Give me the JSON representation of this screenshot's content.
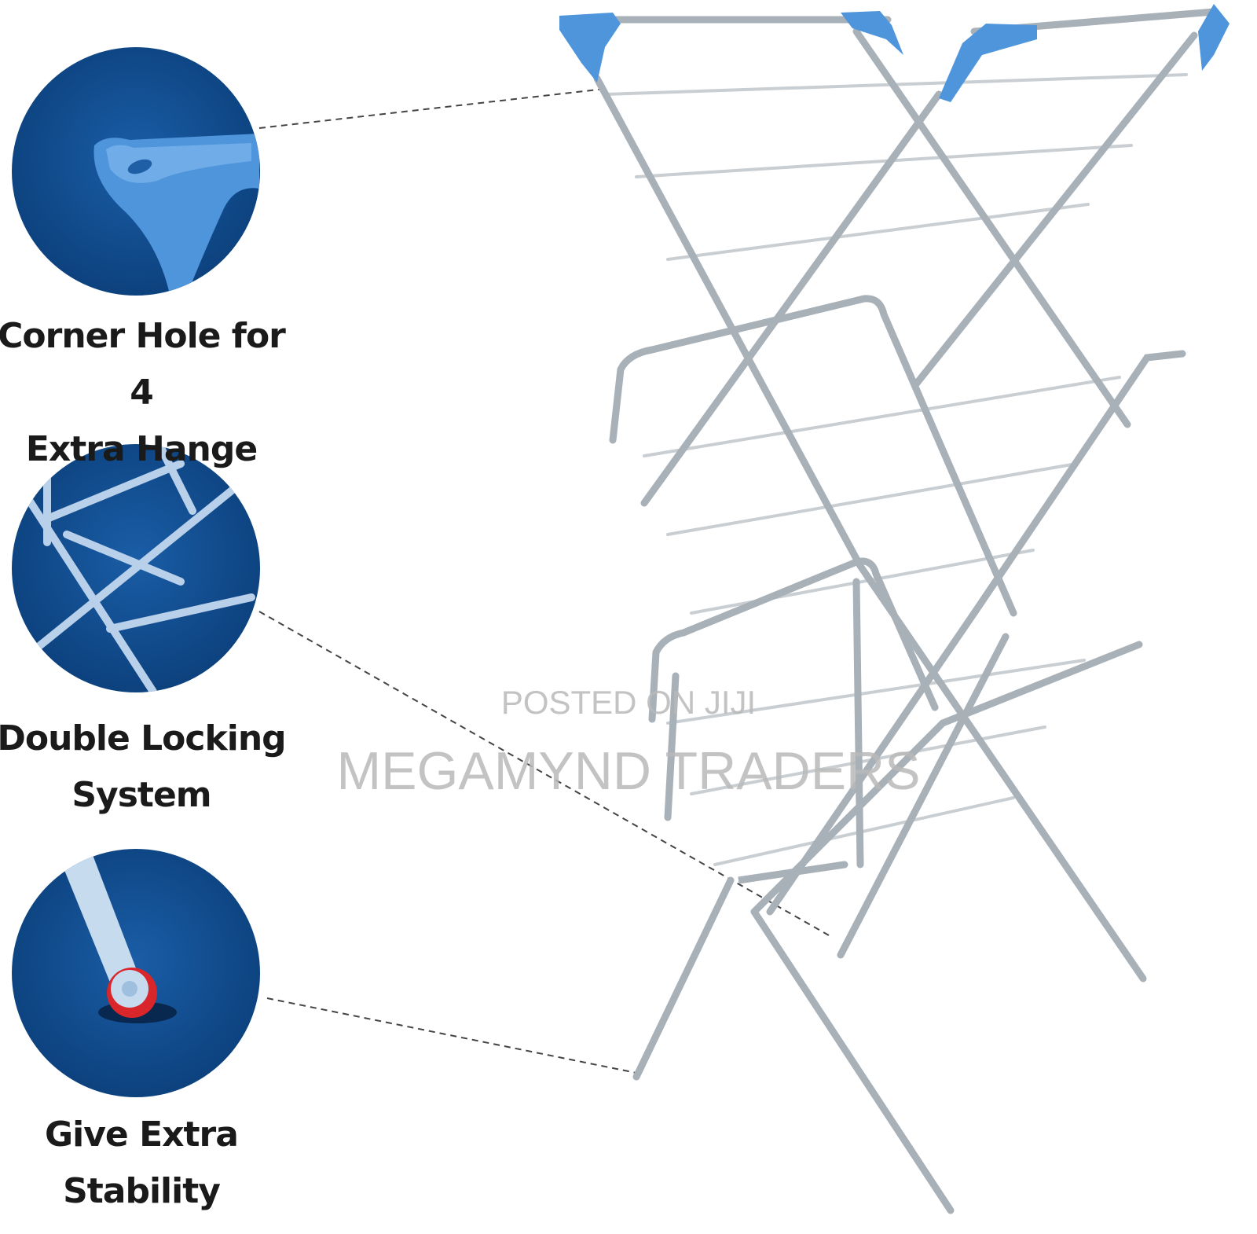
{
  "features": [
    {
      "lines": [
        "Corner Hole for 4",
        "Extra Hange"
      ]
    },
    {
      "lines": [
        "Double Locking",
        "System"
      ]
    },
    {
      "lines": [
        "Give Extra",
        "Stability"
      ]
    }
  ],
  "watermark": {
    "posted": "POSTED ON JIJI",
    "brand": "MEGAMYND TRADERS"
  },
  "colors": {
    "circle_bg": "#0d4a8c",
    "accent_blue": "#4f95dc",
    "frame_gray": "#a8b0b8",
    "caption_text": "#1a1a1a",
    "foot_red": "#d8262b"
  },
  "icons": [
    "corner-hole-icon",
    "locking-joint-icon",
    "rubber-foot-icon"
  ]
}
